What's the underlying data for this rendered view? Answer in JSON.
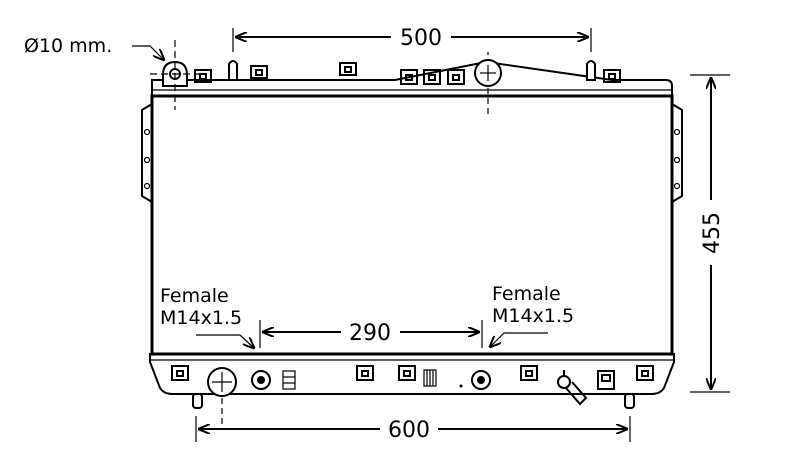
{
  "dimensions": {
    "top_width": "500",
    "bottom_width": "600",
    "port_spacing": "290",
    "height": "455",
    "mount_hole": "Ø10 mm."
  },
  "ports": {
    "left": {
      "type": "Female",
      "thread": "M14x1.5"
    },
    "right": {
      "type": "Female",
      "thread": "M14x1.5"
    }
  }
}
